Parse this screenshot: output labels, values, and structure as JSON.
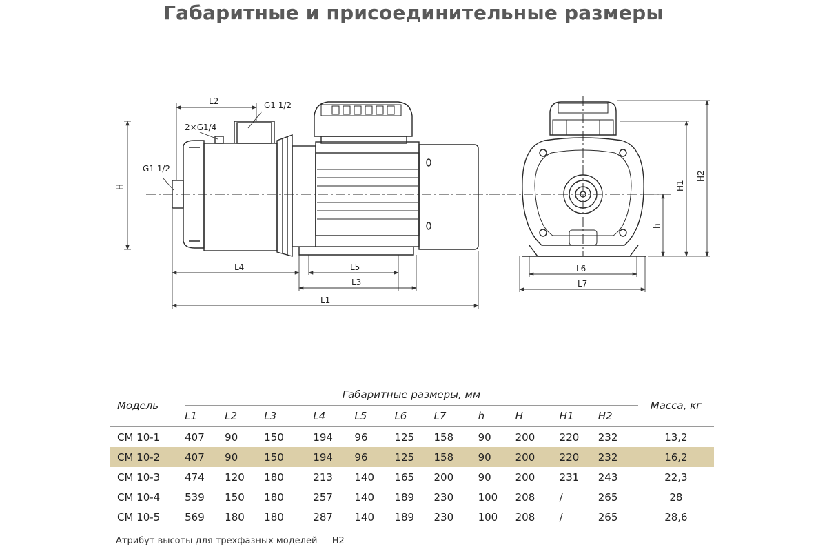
{
  "title": "Габаритные и присоединительные размеры",
  "drawing_labels": {
    "l1": "L1",
    "l2": "L2",
    "l3": "L3",
    "l4": "L4",
    "l5": "L5",
    "l6": "L6",
    "l7": "L7",
    "h_small": "h",
    "h_big": "H",
    "h1": "H1",
    "h2": "H2",
    "outlet_thread": "G1 1/2",
    "inlet_thread": "G1 1/2",
    "plug_thread": "2×G1/4"
  },
  "table": {
    "model_header": "Модель",
    "group_header": "Габаритные размеры, мм",
    "mass_header": "Масса, кг",
    "columns": [
      "L1",
      "L2",
      "L3",
      "L4",
      "L5",
      "L6",
      "L7",
      "h",
      "H",
      "H1",
      "H2"
    ],
    "rows": [
      {
        "model": "CM 10-1",
        "values": [
          "407",
          "90",
          "150",
          "194",
          "96",
          "125",
          "158",
          "90",
          "200",
          "220",
          "232"
        ],
        "mass": "13,2"
      },
      {
        "model": "CM 10-2",
        "values": [
          "407",
          "90",
          "150",
          "194",
          "96",
          "125",
          "158",
          "90",
          "200",
          "220",
          "232"
        ],
        "mass": "16,2"
      },
      {
        "model": "CM 10-3",
        "values": [
          "474",
          "120",
          "180",
          "213",
          "140",
          "165",
          "200",
          "90",
          "200",
          "231",
          "243"
        ],
        "mass": "22,3"
      },
      {
        "model": "CM 10-4",
        "values": [
          "539",
          "150",
          "180",
          "257",
          "140",
          "189",
          "230",
          "100",
          "208",
          "/",
          "265"
        ],
        "mass": "28"
      },
      {
        "model": "CM 10-5",
        "values": [
          "569",
          "180",
          "180",
          "287",
          "140",
          "189",
          "230",
          "100",
          "208",
          "/",
          "265"
        ],
        "mass": "28,6"
      }
    ],
    "highlight_row": 1,
    "highlight_color": "#dccfa8"
  },
  "footnote": "Атрибут высоты для трехфазных моделей — H2"
}
